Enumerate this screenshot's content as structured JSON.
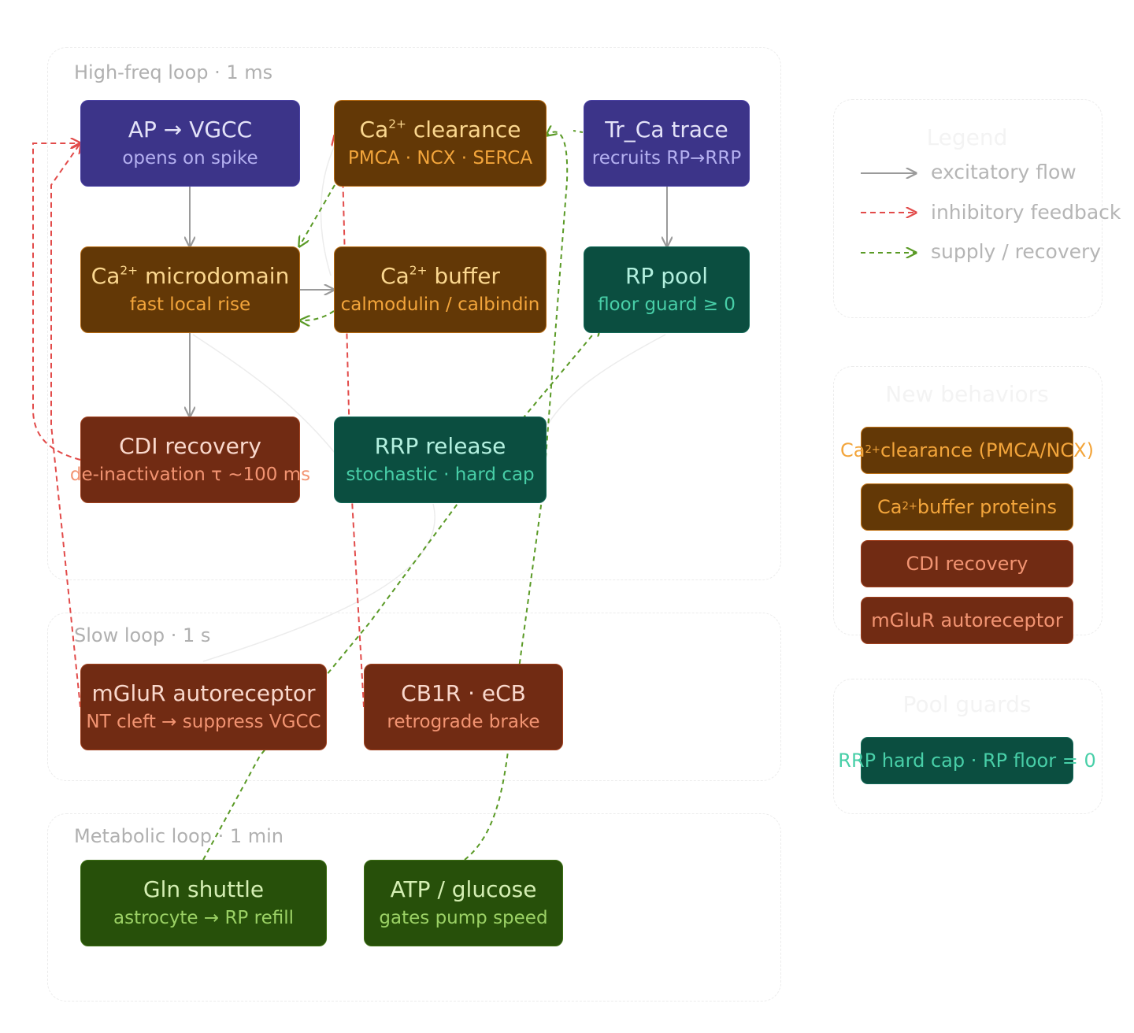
{
  "loops": {
    "high": "High-freq loop · 1 ms",
    "slow": "Slow loop · 1 s",
    "metabolic": "Metabolic loop · 1 min"
  },
  "nodes": {
    "ap_vgcc": {
      "title": "AP → VGCC",
      "sub": "opens on spike"
    },
    "ca_clearance": {
      "title_pre": "Ca",
      "title_sup": "2+",
      "title_post": " clearance",
      "sub": "PMCA · NCX · SERCA"
    },
    "tr_ca": {
      "title": "Tr_Ca trace",
      "sub": "recruits RP→RRP"
    },
    "ca_micro": {
      "title_pre": "Ca",
      "title_sup": "2+",
      "title_post": " microdomain",
      "sub": "fast local rise"
    },
    "ca_buffer": {
      "title_pre": "Ca",
      "title_sup": "2+",
      "title_post": " buffer",
      "sub": "calmodulin / calbindin"
    },
    "rp_pool": {
      "title": "RP pool",
      "sub": "floor guard ≥ 0"
    },
    "cdi": {
      "title": "CDI recovery",
      "sub": "de-inactivation τ ~100 ms"
    },
    "rrp": {
      "title": "RRP release",
      "sub": "stochastic · hard cap"
    },
    "mglur": {
      "title": "mGluR autoreceptor",
      "sub": "NT cleft → suppress VGCC"
    },
    "cb1r": {
      "title": "CB1R · eCB",
      "sub": "retrograde brake"
    },
    "gln": {
      "title": "Gln shuttle",
      "sub": "astrocyte → RP refill"
    },
    "atp": {
      "title": "ATP / glucose",
      "sub": "gates pump speed"
    }
  },
  "legend": {
    "title": "Legend",
    "items": [
      "excitatory flow",
      "inhibitory feedback",
      "supply / recovery"
    ]
  },
  "new_behaviors": {
    "title": "New behaviors",
    "chip1_pre": "Ca",
    "chip1_sup": "2+",
    "chip1_post": " clearance (PMCA/NCX)",
    "chip2_pre": "Ca",
    "chip2_sup": "2+",
    "chip2_post": " buffer proteins",
    "chip3": "CDI recovery",
    "chip4": "mGluR autoreceptor"
  },
  "pool_guards": {
    "title": "Pool guards",
    "chip": "RRP hard cap · RP floor = 0"
  },
  "colors": {
    "excitatory": "#9a9a9a",
    "inhibitory": "#e24b4a",
    "supply": "#5a9a26"
  }
}
